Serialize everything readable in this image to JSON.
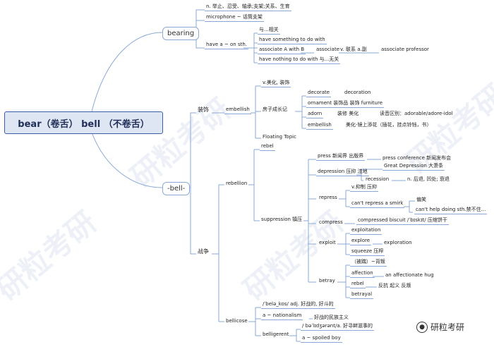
{
  "root": "bear（卷舌） bell （不卷舌）",
  "watermark": "研粒考研",
  "logo_text": "研粒考研",
  "bearing": {
    "label": "bearing",
    "meaning": "n. 举止、忍受、轴承;支架;关系、生育",
    "microphone": "microphone ~ 话筒支架",
    "have_on": "have a ~ on sth.",
    "yu_xiangguan": "与...相关",
    "have_something": "have something to do with",
    "associate_with": "associate A with B",
    "associate_v": "associate",
    "associate_meaning": "v. 联系 a.副",
    "associate_professor": "associate professor",
    "have_nothing": "have nothing to do with 与...无关"
  },
  "bell": {
    "label": "-bell-",
    "zhuangshi": "装饰",
    "embellish": "embellish",
    "v_meihua": "v.美化, 装饰",
    "fangzi": "房子成长记",
    "decorate": "decorate",
    "decoration": "decoration",
    "ornament": "ornament 装饰品 装饰 furniture",
    "adorn": "adorn",
    "adorn_meaning": "装修 美化",
    "adorn_pron": "读音区别：adorable/adore-idol",
    "embellish2": "embellish",
    "embellish2_meaning": "美化-镜上添花（插花，挂点铃铛，书）",
    "floating": "Floating Topic",
    "zhanzheng": "战争",
    "rebel": "rebel",
    "rebellion": "rebellion",
    "suppression": "suppression  镇压",
    "press": "press 新闻界 出版界",
    "press_conf": "press conference 新闻发布会",
    "depression": "depression 压抑 洼地",
    "great_dep": "Great Depression 大萧条",
    "recession": "recession",
    "recession_meaning": "n. 后退, 凹处; 衰退",
    "repress": "repress",
    "v_yizhi": "v.抑制 压抑",
    "cant_repress": "can't repress a smirk",
    "pianxiao": "偏笑",
    "cant_help": "can't help doing sth.禁不住...",
    "compress": "compress",
    "compressed": "compressed biscuit  /ˈbɪskɪt/ 压缩饼干",
    "exploit": "exploit",
    "exploitation": "exploitation",
    "explore": "explore",
    "exploration": "exploration",
    "squeeze": "squeeze 压榨",
    "beipan": "（被踹）~背叛",
    "betray": "betray",
    "affection": "affection",
    "affectionate": "an affectionate hug",
    "rebel2": "rebel",
    "rebel2_meaning": "反抗 起义 反叛",
    "betrayal": "betrayal",
    "bellicose": "bellicose",
    "bellicose_pron": "/ˈbelə_kos/ adj. 好战的, 好斗的",
    "nationalism": "a ~ nationalism",
    "nationalism_meaning": "好战的民族主义",
    "belligerent": "belligerent",
    "belligerent_pron": "/ bəˈlɪdʒərənt/a. 好寻衅滋事的",
    "spoiled": "a ~ spoiled boy"
  }
}
